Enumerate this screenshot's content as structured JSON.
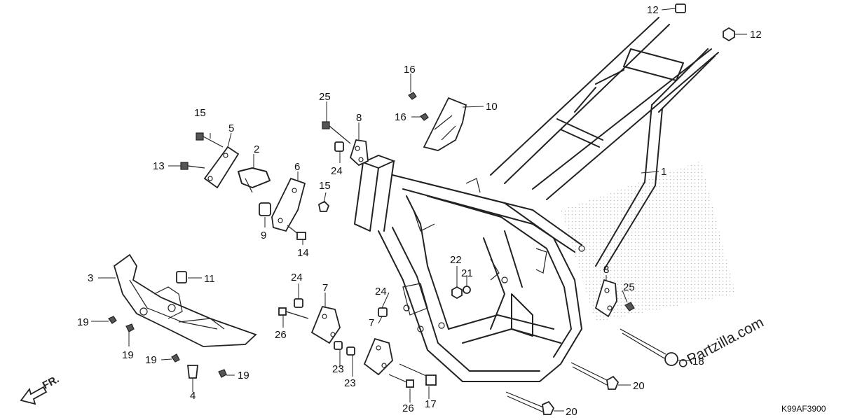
{
  "labels": {
    "l1": "1",
    "l2": "2",
    "l3": "3",
    "l4": "4",
    "l5": "5",
    "l6": "6",
    "l7a": "7",
    "l7b": "7",
    "l8a": "8",
    "l8b": "8",
    "l9": "9",
    "l10": "10",
    "l11": "11",
    "l12a": "12",
    "l12b": "12",
    "l13": "13",
    "l14": "14",
    "l15a": "15",
    "l15b": "15",
    "l16a": "16",
    "l16b": "16",
    "l17": "17",
    "l18": "18",
    "l19a": "19",
    "l19b": "19",
    "l19c": "19",
    "l19d": "19",
    "l20a": "20",
    "l20b": "20",
    "l21": "21",
    "l22": "22",
    "l23a": "23",
    "l23b": "23",
    "l24a": "24",
    "l24b": "24",
    "l24c": "24",
    "l25a": "25",
    "l25b": "25",
    "l26a": "26",
    "l26b": "26"
  },
  "direction_label": "FR.",
  "diagram_code": "K99AF3900",
  "watermark": "Partzilla.com",
  "icons": {
    "front_arrow": "arrow-left-icon",
    "watermark_logo": "partzilla-logo-icon"
  },
  "colors": {
    "line": "#222222",
    "background": "#ffffff"
  }
}
